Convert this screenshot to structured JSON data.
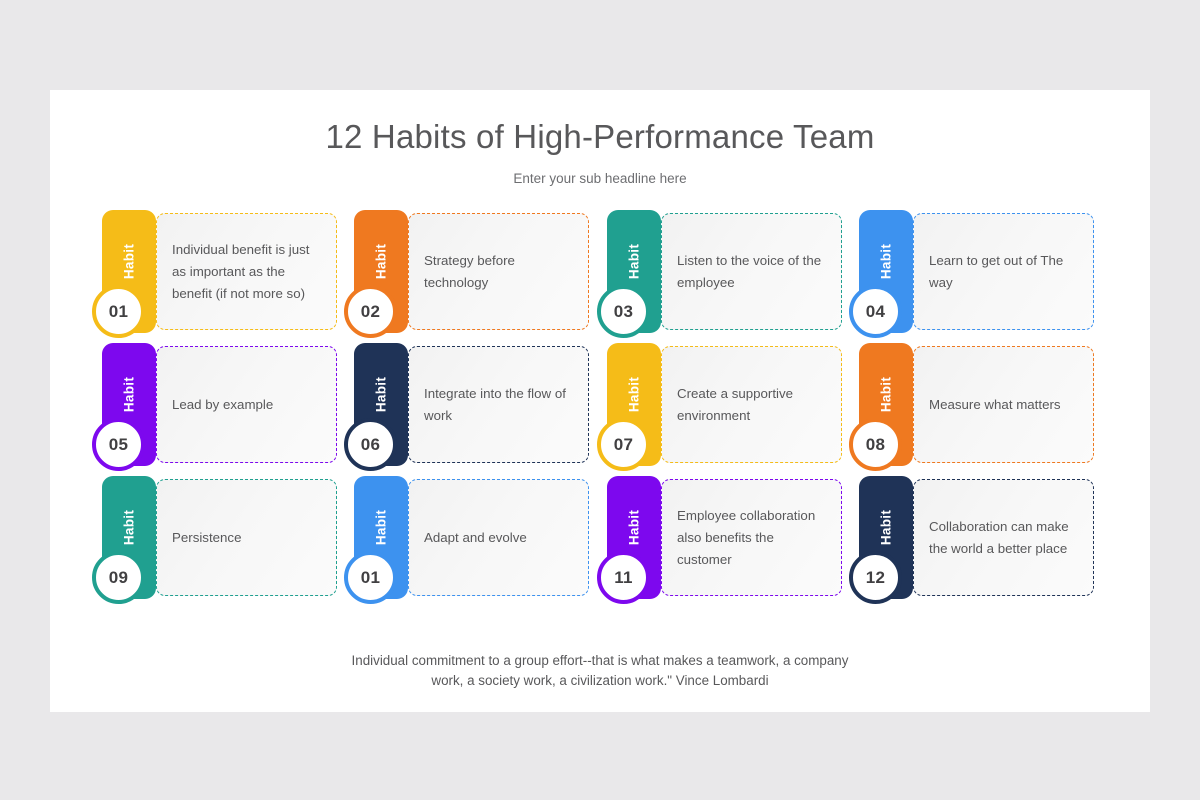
{
  "slide": {
    "title": "12 Habits of High-Performance Team",
    "subtitle": "Enter your sub headline here",
    "background": "#e9e8ea",
    "surface": "#ffffff",
    "title_color": "#58585a"
  },
  "habit_label": "Habit",
  "cards": [
    {
      "number": "01",
      "text": "Individual benefit is just as important as the benefit (if not more so)",
      "color": "#f5bc18"
    },
    {
      "number": "02",
      "text": "Strategy before technology",
      "color": "#ef7920"
    },
    {
      "number": "03",
      "text": "Listen to the voice of the employee",
      "color": "#20a090"
    },
    {
      "number": "04",
      "text": "Learn to get out of The way",
      "color": "#3d92ef"
    },
    {
      "number": "05",
      "text": "Lead by example",
      "color": "#7d08ee"
    },
    {
      "number": "06",
      "text": "Integrate into the flow of work",
      "color": "#1f3357"
    },
    {
      "number": "07",
      "text": "Create a supportive environment",
      "color": "#f5bc18"
    },
    {
      "number": "08",
      "text": "Measure what matters",
      "color": "#ef7920"
    },
    {
      "number": "09",
      "text": "Persistence",
      "color": "#20a090"
    },
    {
      "number": "01",
      "text": "Adapt and evolve",
      "color": "#3d92ef"
    },
    {
      "number": "11",
      "text": "Employee collaboration also benefits the customer",
      "color": "#7d08ee"
    },
    {
      "number": "12",
      "text": "Collaboration can make the world a better place",
      "color": "#1f3357"
    }
  ],
  "footer": {
    "line1": "Individual commitment to a group effort--that is what makes a teamwork, a company",
    "line2": "work, a society work, a civilization work.\" Vince Lombardi"
  }
}
